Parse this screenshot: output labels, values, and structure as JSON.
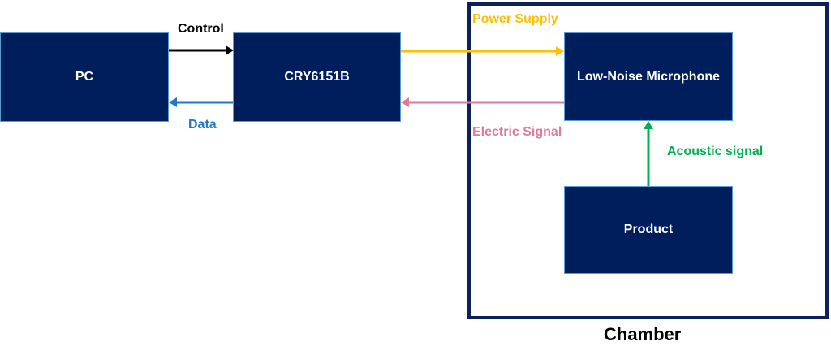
{
  "diagram": {
    "nodes": {
      "pc": "PC",
      "analyzer": "CRY6151B",
      "microphone": "Low-Noise Microphone",
      "product": "Product"
    },
    "container": {
      "label": "Chamber"
    },
    "edges": {
      "control": {
        "label": "Control",
        "from": "PC",
        "to": "CRY6151B",
        "color": "#000000"
      },
      "data": {
        "label": "Data",
        "from": "CRY6151B",
        "to": "PC",
        "color": "#1f78c8"
      },
      "power": {
        "label": "Power Supply",
        "from": "CRY6151B",
        "to": "Low-Noise Microphone",
        "color": "#ffc000"
      },
      "electric": {
        "label": "Electric Signal",
        "from": "Low-Noise Microphone",
        "to": "CRY6151B",
        "color": "#e0799a"
      },
      "acoustic": {
        "label": "Acoustic signal",
        "from": "Product",
        "to": "Low-Noise Microphone",
        "color": "#00b050"
      }
    },
    "colors": {
      "box_fill": "#001d5c",
      "box_border": "#5b9bd5",
      "chamber_border": "#0b1f5a"
    }
  }
}
